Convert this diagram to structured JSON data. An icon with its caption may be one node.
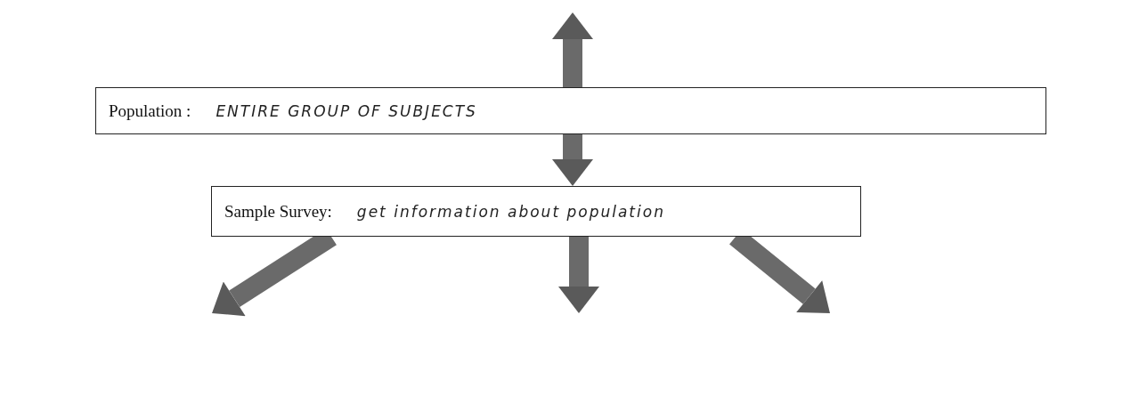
{
  "diagram": {
    "nodes": [
      {
        "text": [
          "Population :",
          "ENTIRE GROUP OF SUBJECTS"
        ]
      },
      {
        "text": [
          "Sample Survey:",
          "get information about population"
        ]
      }
    ],
    "edges": [
      {
        "from": 0,
        "to": null,
        "arrow": "to"
      },
      {
        "from": 0,
        "to": 1,
        "arrow": "to"
      },
      {
        "from": 1,
        "to": null,
        "arrow": "to"
      },
      {
        "from": 1,
        "to": null,
        "arrow": "to"
      },
      {
        "from": 1,
        "to": null,
        "arrow": "to"
      }
    ]
  }
}
